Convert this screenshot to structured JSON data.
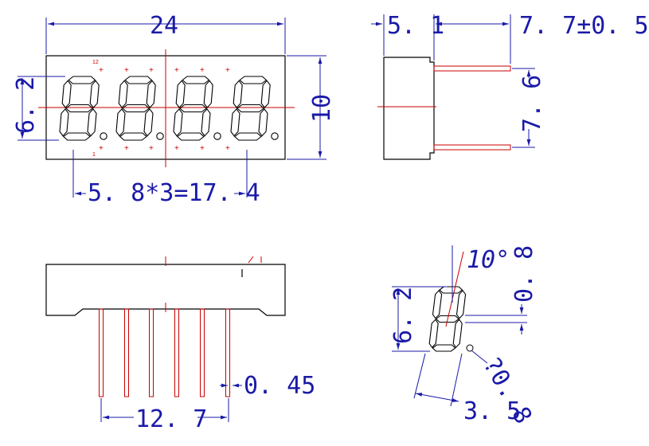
{
  "drawing": {
    "front_view": {
      "width_label": "24",
      "height_label": "10",
      "segment_height_label": "6. 2",
      "pitch_label": "5. 8*3=17. 4",
      "pin_label_top": "12",
      "pin_label_bottom": "1"
    },
    "side_view": {
      "body_depth_label": "5. 1",
      "pin_length_label": "7. 7±0. 5",
      "pin_spacing_label": "7. 6"
    },
    "bottom_view": {
      "pin_width_label": "0. 45",
      "pin_span_label": "12. 7"
    },
    "digit_detail": {
      "slant_label": "10°",
      "segment_width_label": "0. 8",
      "digit_height_label": "6. 2",
      "dp_diameter_label": "?0. 8",
      "digit_width_label": "3. 5"
    }
  }
}
